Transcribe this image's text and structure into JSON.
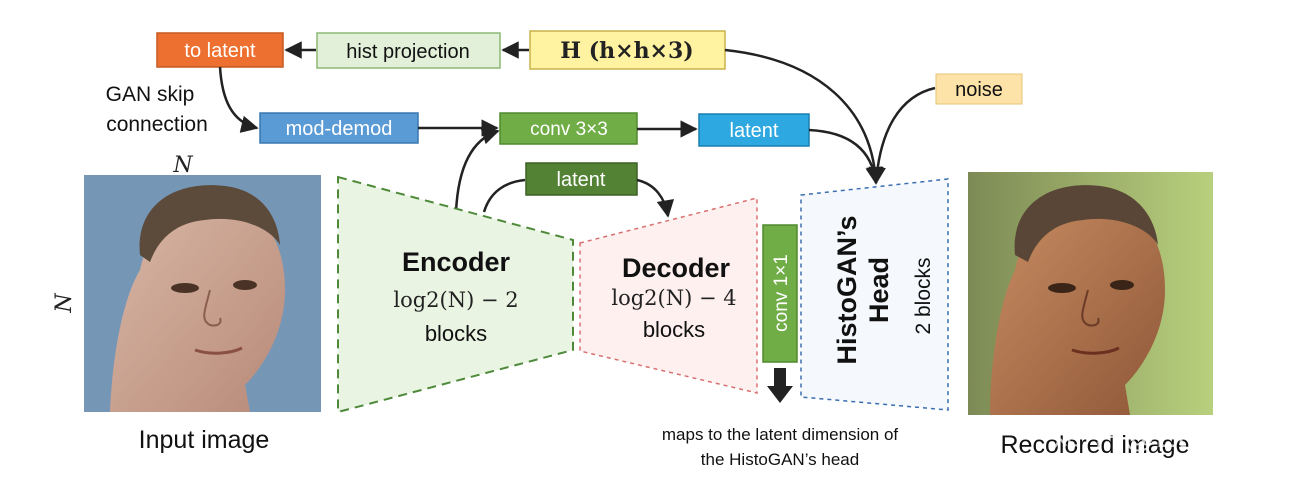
{
  "diagram": {
    "to_latent": "to latent",
    "hist_projection": "hist projection",
    "histogram": "H (h×h×3)",
    "gan_skip_line1": "GAN skip",
    "gan_skip_line2": "connection",
    "mod_demod": "mod-demod",
    "conv3": "conv 3×3",
    "latent_top": "latent",
    "noise": "noise",
    "latent_mid": "latent",
    "n_top": "N",
    "n_side": "N",
    "encoder_title": "Encoder",
    "encoder_formula": "log2(N) − 2",
    "encoder_blocks": "blocks",
    "decoder_title": "Decoder",
    "decoder_formula": "log2(N) − 4",
    "decoder_blocks": "blocks",
    "conv1": "conv 1×1",
    "head_line1": "HistoGAN’s",
    "head_line2": "Head",
    "head_blocks": "2 blocks",
    "maps_line1": "maps to the latent dimension of",
    "maps_line2": "the HistoGAN’s head",
    "input_caption": "Input image",
    "output_caption": "Recolored image",
    "watermark": "知乎 @Ethan"
  },
  "colors": {
    "orange_box": "#ee7030",
    "green_light_box": "#e2f0d9",
    "yellow_box": "#fff2a0",
    "blue_box": "#5b9bd5",
    "green_box": "#70ad47",
    "light_blue_box": "#2ea8e0",
    "noise_box": "#fde3a7",
    "dark_green_box": "#548235",
    "encoder_fill": "#eaf4e3",
    "decoder_fill": "#fdf0ef",
    "head_fill": "#f5f8fc"
  }
}
